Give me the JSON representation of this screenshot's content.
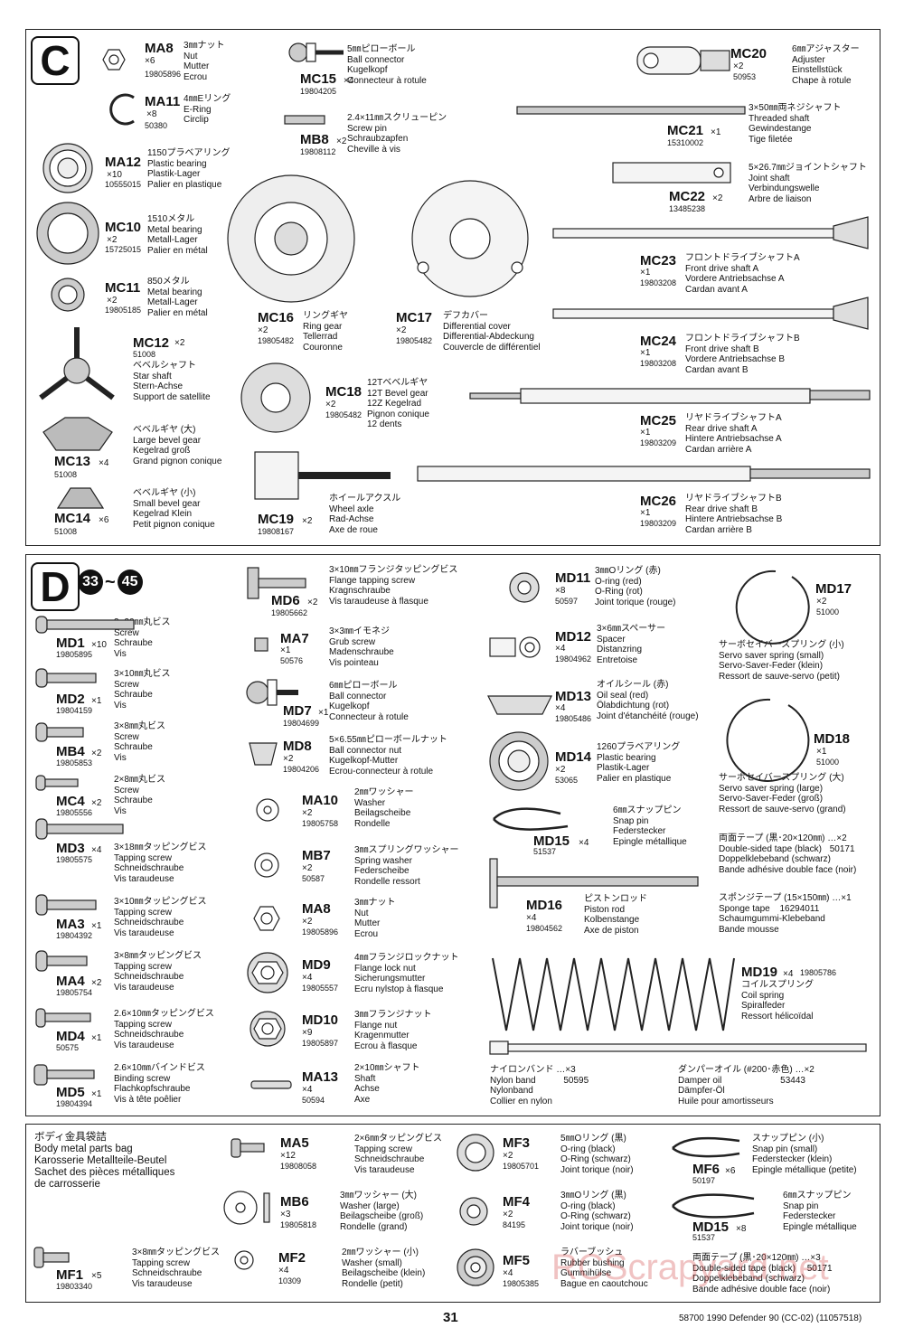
{
  "sections": {
    "c": {
      "letter": "C"
    },
    "d": {
      "letter": "D",
      "step_from": "33",
      "step_sep": "~",
      "step_to": "45"
    }
  },
  "items": [
    {
      "id": "ma8c",
      "code": "MA8",
      "qty": "×6",
      "num": "19805896",
      "desc": [
        "3㎜ナット",
        "Nut",
        "Mutter",
        "Ecrou"
      ],
      "icon": "hex-nut-icon"
    },
    {
      "id": "ma11",
      "code": "MA11",
      "qty": "×8",
      "num": "50380",
      "desc": [
        "4㎜Eリング",
        "E-Ring",
        "Circlip"
      ],
      "icon": "e-ring-icon"
    },
    {
      "id": "ma12",
      "code": "MA12",
      "qty": "×10",
      "num": "10555015",
      "desc": [
        "1150プラベアリング",
        "Plastic bearing",
        "Plastik-Lager",
        "Palier en plastique"
      ],
      "icon": "bearing-icon"
    },
    {
      "id": "mc10",
      "code": "MC10",
      "qty": "×2",
      "num": "15725015",
      "desc": [
        "1510メタル",
        "Metal bearing",
        "Metall-Lager",
        "Palier en métal"
      ],
      "icon": "metal-bearing-icon"
    },
    {
      "id": "mc11",
      "code": "MC11",
      "qty": "×2",
      "num": "19805185",
      "desc": [
        "850メタル",
        "Metal bearing",
        "Metall-Lager",
        "Palier en métal"
      ],
      "icon": "metal-bearing-icon"
    },
    {
      "id": "mc12",
      "code": "MC12",
      "qty": "×2",
      "num": "51008",
      "desc": [
        "ベベルシャフト",
        "Star shaft",
        "Stern-Achse",
        "Support de satellite"
      ],
      "icon": "star-shaft-icon"
    },
    {
      "id": "mc13",
      "code": "MC13",
      "qty": "×4",
      "num": "51008",
      "desc": [
        "ベベルギヤ (大)",
        "Large bevel gear",
        "Kegelrad groß",
        "Grand pignon conique"
      ],
      "icon": "bevel-gear-icon"
    },
    {
      "id": "mc14",
      "code": "MC14",
      "qty": "×6",
      "num": "51008",
      "desc": [
        "ベベルギヤ (小)",
        "Small bevel gear",
        "Kegelrad Klein",
        "Petit pignon conique"
      ],
      "icon": "small-bevel-gear-icon"
    },
    {
      "id": "mc15",
      "code": "MC15",
      "qty": "×4",
      "num": "19804205",
      "desc": [
        "5㎜ピローボール",
        "Ball connector",
        "Kugelkopf",
        "Connecteur à rotule"
      ],
      "icon": "ball-connector-icon"
    },
    {
      "id": "mb8",
      "code": "MB8",
      "qty": "×2",
      "num": "19808112",
      "desc": [
        "2.4×11㎜スクリューピン",
        "Screw pin",
        "Schraubzapfen",
        "Cheville à vis"
      ],
      "icon": "screw-pin-icon"
    },
    {
      "id": "mc16",
      "code": "MC16",
      "qty": "×2",
      "num": "19805482",
      "desc": [
        "リングギヤ",
        "Ring gear",
        "Tellerrad",
        "Couronne"
      ],
      "icon": "ring-gear-icon"
    },
    {
      "id": "mc17",
      "code": "MC17",
      "qty": "×2",
      "num": "19805482",
      "desc": [
        "デフカバー",
        "Differential cover",
        "Differential-Abdeckung",
        "Couvercle de différentiel"
      ],
      "icon": "diff-cover-icon"
    },
    {
      "id": "mc18",
      "code": "MC18",
      "qty": "×2",
      "num": "19805482",
      "desc": [
        "12Tベベルギヤ",
        "12T Bevel gear",
        "12Z Kegelrad",
        "Pignon conique",
        "12 dents"
      ],
      "icon": "bevel-gear-12t-icon"
    },
    {
      "id": "mc19",
      "code": "MC19",
      "qty": "×2",
      "num": "19808167",
      "desc": [
        "ホイールアクスル",
        "Wheel axle",
        "Rad-Achse",
        "Axe de roue"
      ],
      "icon": "wheel-axle-icon"
    },
    {
      "id": "mc20",
      "code": "MC20",
      "qty": "×2",
      "num": "50953",
      "desc": [
        "6㎜アジャスター",
        "Adjuster",
        "Einstellstück",
        "Chape à rotule"
      ],
      "icon": "adjuster-icon"
    },
    {
      "id": "mc21",
      "code": "MC21",
      "qty": "×1",
      "num": "15310002",
      "desc": [
        "3×50㎜両ネジシャフト",
        "Threaded shaft",
        "Gewindestange",
        "Tige filetée"
      ],
      "icon": "threaded-shaft-icon"
    },
    {
      "id": "mc22",
      "code": "MC22",
      "qty": "×2",
      "num": "13485238",
      "desc": [
        "5×26.7㎜ジョイントシャフト",
        "Joint shaft",
        "Verbindungswelle",
        "Arbre de liaison"
      ],
      "icon": "joint-shaft-icon"
    },
    {
      "id": "mc23",
      "code": "MC23",
      "qty": "×1",
      "num": "19803208",
      "desc": [
        "フロントドライブシャフトA",
        "Front drive shaft A",
        "Vordere Antriebsachse A",
        "Cardan avant A"
      ],
      "icon": "drive-shaft-icon"
    },
    {
      "id": "mc24",
      "code": "MC24",
      "qty": "×1",
      "num": "19803208",
      "desc": [
        "フロントドライブシャフトB",
        "Front drive shaft B",
        "Vordere Antriebsachse B",
        "Cardan avant B"
      ],
      "icon": "drive-shaft-icon"
    },
    {
      "id": "mc25",
      "code": "MC25",
      "qty": "×1",
      "num": "19803209",
      "desc": [
        "リヤドライブシャフトA",
        "Rear drive shaft A",
        "Hintere Antriebsachse A",
        "Cardan arrière A"
      ],
      "icon": "rear-shaft-icon"
    },
    {
      "id": "mc26",
      "code": "MC26",
      "qty": "×1",
      "num": "19803209",
      "desc": [
        "リヤドライブシャフトB",
        "Rear drive shaft B",
        "Hintere Antriebsachse B",
        "Cardan arrière B"
      ],
      "icon": "rear-shaft-icon"
    },
    {
      "id": "md6",
      "code": "MD6",
      "qty": "×2",
      "num": "19805662",
      "desc": [
        "3×10㎜フランジタッピングビス",
        "Flange tapping screw",
        "Kragnschraube",
        "Vis taraudeuse à flasque"
      ],
      "icon": "flange-screw-icon"
    },
    {
      "id": "md1",
      "code": "MD1",
      "qty": "×10",
      "num": "19805895",
      "desc": [
        "3×20㎜丸ビス",
        "Screw",
        "Schraube",
        "Vis"
      ],
      "icon": "screw-icon"
    },
    {
      "id": "ma7",
      "code": "MA7",
      "qty": "×1",
      "num": "50576",
      "desc": [
        "3×3㎜イモネジ",
        "Grub screw",
        "Madenschraube",
        "Vis pointeau"
      ],
      "icon": "grub-screw-icon"
    },
    {
      "id": "md2",
      "code": "MD2",
      "qty": "×1",
      "num": "19804159",
      "desc": [
        "3×10㎜丸ビス",
        "Screw",
        "Schraube",
        "Vis"
      ],
      "icon": "screw-icon"
    },
    {
      "id": "md7",
      "code": "MD7",
      "qty": "×1",
      "num": "19804699",
      "desc": [
        "6㎜ピローボール",
        "Ball connector",
        "Kugelkopf",
        "Connecteur à rotule"
      ],
      "icon": "ball-connector-icon"
    },
    {
      "id": "mb4",
      "code": "MB4",
      "qty": "×2",
      "num": "19805853",
      "desc": [
        "3×8㎜丸ビス",
        "Screw",
        "Schraube",
        "Vis"
      ],
      "icon": "screw-icon"
    },
    {
      "id": "md8",
      "code": "MD8",
      "qty": "×2",
      "num": "19804206",
      "desc": [
        "5×6.55㎜ピローボールナット",
        "Ball connector nut",
        "Kugelkopf-Mutter",
        "Ecrou-connecteur à rotule"
      ],
      "icon": "ball-nut-icon"
    },
    {
      "id": "mc4",
      "code": "MC4",
      "qty": "×2",
      "num": "19805556",
      "desc": [
        "2×8㎜丸ビス",
        "Screw",
        "Schraube",
        "Vis"
      ],
      "icon": "screw-icon"
    },
    {
      "id": "ma10",
      "code": "MA10",
      "qty": "×2",
      "num": "19805758",
      "desc": [
        "2㎜ワッシャー",
        "Washer",
        "Beilagscheibe",
        "Rondelle"
      ],
      "icon": "washer-icon"
    },
    {
      "id": "md3",
      "code": "MD3",
      "qty": "×4",
      "num": "19805575",
      "desc": [
        "3×18㎜タッピングビス",
        "Tapping screw",
        "Schneidschraube",
        "Vis taraudeuse"
      ],
      "icon": "tapping-screw-icon"
    },
    {
      "id": "mb7",
      "code": "MB7",
      "qty": "×2",
      "num": "50587",
      "desc": [
        "3㎜スプリングワッシャー",
        "Spring washer",
        "Federscheibe",
        "Rondelle ressort"
      ],
      "icon": "spring-washer-icon"
    },
    {
      "id": "ma3",
      "code": "MA3",
      "qty": "×1",
      "num": "19804392",
      "desc": [
        "3×10㎜タッピングビス",
        "Tapping screw",
        "Schneidschraube",
        "Vis taraudeuse"
      ],
      "icon": "tapping-screw-icon"
    },
    {
      "id": "ma8d",
      "code": "MA8",
      "qty": "×2",
      "num": "19805896",
      "desc": [
        "3㎜ナット",
        "Nut",
        "Mutter",
        "Ecrou"
      ],
      "icon": "hex-nut-icon"
    },
    {
      "id": "ma4",
      "code": "MA4",
      "qty": "×2",
      "num": "19805754",
      "desc": [
        "3×8㎜タッピングビス",
        "Tapping screw",
        "Schneidschraube",
        "Vis taraudeuse"
      ],
      "icon": "tapping-screw-icon"
    },
    {
      "id": "md9",
      "code": "MD9",
      "qty": "×4",
      "num": "19805557",
      "desc": [
        "4㎜フランジロックナット",
        "Flange lock nut",
        "Sicherungsmutter",
        "Ecru nylstop à flasque"
      ],
      "icon": "lock-nut-icon"
    },
    {
      "id": "md4",
      "code": "MD4",
      "qty": "×1",
      "num": "50575",
      "desc": [
        "2.6×10㎜タッピングビス",
        "Tapping screw",
        "Schneidschraube",
        "Vis taraudeuse"
      ],
      "icon": "tapping-screw-icon"
    },
    {
      "id": "md10",
      "code": "MD10",
      "qty": "×9",
      "num": "19805897",
      "desc": [
        "3㎜フランジナット",
        "Flange nut",
        "Kragenmutter",
        "Ecrou à flasque"
      ],
      "icon": "flange-nut-icon"
    },
    {
      "id": "md5",
      "code": "MD5",
      "qty": "×1",
      "num": "19804394",
      "desc": [
        "2.6×10㎜バインドビス",
        "Binding screw",
        "Flachkopfschraube",
        "Vis à tête poêlier"
      ],
      "icon": "binding-screw-icon"
    },
    {
      "id": "ma13",
      "code": "MA13",
      "qty": "×4",
      "num": "50594",
      "desc": [
        "2×10㎜シャフト",
        "Shaft",
        "Achse",
        "Axe"
      ],
      "icon": "shaft-icon"
    },
    {
      "id": "md11",
      "code": "MD11",
      "qty": "×8",
      "num": "50597",
      "desc": [
        "3㎜Oリング (赤)",
        "O-ring (red)",
        "O-Ring (rot)",
        "Joint torique (rouge)"
      ],
      "icon": "o-ring-icon"
    },
    {
      "id": "md12",
      "code": "MD12",
      "qty": "×4",
      "num": "19804962",
      "desc": [
        "3×6㎜スペーサー",
        "Spacer",
        "Distanzring",
        "Entretoise"
      ],
      "icon": "spacer-icon"
    },
    {
      "id": "md13",
      "code": "MD13",
      "qty": "×4",
      "num": "19805486",
      "desc": [
        "オイルシール (赤)",
        "Oil seal (red)",
        "Ölabdichtung (rot)",
        "Joint d'étanchéité (rouge)"
      ],
      "icon": "oil-seal-icon"
    },
    {
      "id": "md14",
      "code": "MD14",
      "qty": "×2",
      "num": "53065",
      "desc": [
        "1260プラベアリング",
        "Plastic bearing",
        "Plastik-Lager",
        "Palier en plastique"
      ],
      "icon": "bearing-icon"
    },
    {
      "id": "md15d",
      "code": "MD15",
      "qty": "×4",
      "num": "51537",
      "desc": [
        "6㎜スナップピン",
        "Snap pin",
        "Federstecker",
        "Epingle métallique"
      ],
      "icon": "snap-pin-icon"
    },
    {
      "id": "md16",
      "code": "MD16",
      "qty": "×4",
      "num": "19804562",
      "desc": [
        "ピストンロッド",
        "Piston rod",
        "Kolbenstange",
        "Axe de piston"
      ],
      "icon": "piston-rod-icon"
    },
    {
      "id": "md17",
      "code": "MD17",
      "qty": "×2",
      "num": "51000",
      "desc": [
        "サーボセイバースプリング (小)",
        "Servo saver spring (small)",
        "Servo-Saver-Feder (klein)",
        "Ressort de sauve-servo (petit)"
      ],
      "icon": "spring-ring-icon"
    },
    {
      "id": "md18",
      "code": "MD18",
      "qty": "×1",
      "num": "51000",
      "desc": [
        "サーボセイバースプリング (大)",
        "Servo saver spring (large)",
        "Servo-Saver-Feder (groß)",
        "Ressort de sauve-servo (grand)"
      ],
      "icon": "spring-ring-icon"
    },
    {
      "id": "md19",
      "code": "MD19",
      "qty": "×4",
      "num": "19805786",
      "desc": [
        "コイルスプリング",
        "Coil spring",
        "Spiralfeder",
        "Ressort hélicoïdal"
      ],
      "icon": "coil-spring-icon"
    },
    {
      "id": "ma5",
      "code": "MA5",
      "qty": "×12",
      "num": "19808058",
      "desc": [
        "2×6㎜タッピングビス",
        "Tapping screw",
        "Schneidschraube",
        "Vis taraudeuse"
      ],
      "icon": "tapping-screw-icon"
    },
    {
      "id": "mb6",
      "code": "MB6",
      "qty": "×3",
      "num": "19805818",
      "desc": [
        "3㎜ワッシャー (大)",
        "Washer (large)",
        "Beilagscheibe (groß)",
        "Rondelle (grand)"
      ],
      "icon": "washer-icon"
    },
    {
      "id": "mf1",
      "code": "MF1",
      "qty": "×5",
      "num": "19803340",
      "desc": [
        "3×8㎜タッピングビス",
        "Tapping screw",
        "Schneidschraube",
        "Vis taraudeuse"
      ],
      "icon": "tapping-screw-icon"
    },
    {
      "id": "mf2",
      "code": "MF2",
      "qty": "×4",
      "num": "10309",
      "desc": [
        "2㎜ワッシャー (小)",
        "Washer (small)",
        "Beilagscheibe (klein)",
        "Rondelle (petit)"
      ],
      "icon": "washer-icon"
    },
    {
      "id": "mf3",
      "code": "MF3",
      "qty": "×2",
      "num": "19805701",
      "desc": [
        "5㎜Oリング (黒)",
        "O-ring (black)",
        "O-Ring (schwarz)",
        "Joint torique (noir)"
      ],
      "icon": "o-ring-icon"
    },
    {
      "id": "mf4",
      "code": "MF4",
      "qty": "×2",
      "num": "84195",
      "desc": [
        "3㎜Oリング (黒)",
        "O-ring (black)",
        "O-Ring (schwarz)",
        "Joint torique (noir)"
      ],
      "icon": "o-ring-icon"
    },
    {
      "id": "mf5",
      "code": "MF5",
      "qty": "×4",
      "num": "19805385",
      "desc": [
        "ラバーブッシュ",
        "Rubber bushing",
        "Gummihülse",
        "Bague en caoutchouc"
      ],
      "icon": "rubber-bushing-icon"
    },
    {
      "id": "mf6",
      "code": "MF6",
      "qty": "×6",
      "num": "50197",
      "desc": [
        "スナップピン (小)",
        "Snap pin (small)",
        "Federstecker (klein)",
        "Epingle métallique (petite)"
      ],
      "icon": "snap-pin-icon"
    },
    {
      "id": "md15f",
      "code": "MD15",
      "qty": "×8",
      "num": "51537",
      "desc": [
        "6㎜スナップピン",
        "Snap pin",
        "Federstecker",
        "Epingle métallique"
      ],
      "icon": "snap-pin-icon"
    }
  ],
  "free_items": {
    "tape1": [
      "両面テープ (黒･20×120㎜) …×2",
      "Double-sided tape (black)",
      "Doppelklebeband (schwarz)",
      "Bande adhésive double face (noir)"
    ],
    "tape1_num": "50171",
    "sponge": [
      "スポンジテープ (15×150㎜) …×1",
      "Sponge tape",
      "Schaumgummi-Klebeband",
      "Bande mousse"
    ],
    "sponge_num": "16294011",
    "nylon": [
      "ナイロンバンド …×3",
      "Nylon band",
      "Nylonband",
      "Collier en nylon"
    ],
    "nylon_num": "50595",
    "oil": [
      "ダンパーオイル (#200･赤色) …×2",
      "Damper oil",
      "Dämpfer-Öl",
      "Huile pour amortisseurs"
    ],
    "oil_num": "53443",
    "tape2": [
      "両面テープ (黒･20×120㎜) …×3",
      "Double-sided tape (black)",
      "Doppelklebeband (schwarz)",
      "Bande adhésive double face (noir)"
    ],
    "tape2_num": "50171"
  },
  "bag": [
    "ボディ金具袋詰",
    "Body metal parts bag",
    "Karosserie Metallteile-Beutel",
    "Sachet des pièces métalliques",
    "de carrosserie"
  ],
  "footer": {
    "page": "31",
    "model": "58700 1990 Defender 90 (CC-02) (11057518)"
  },
  "watermark": "RCScrapyard.net"
}
